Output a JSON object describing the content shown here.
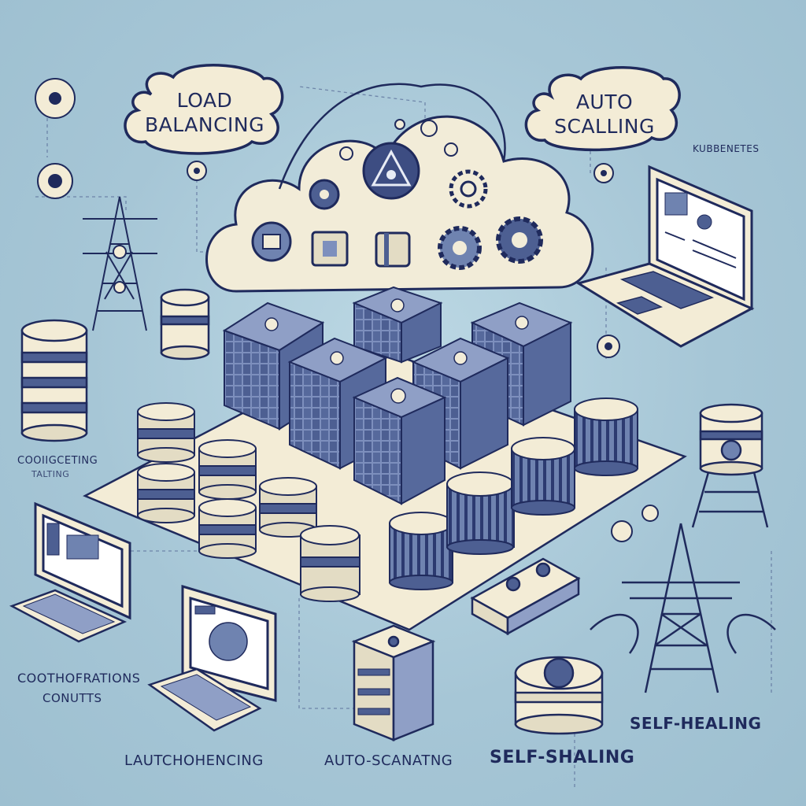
{
  "bubbles": {
    "load_balancing": [
      "LOAD",
      "BALANCING"
    ],
    "auto_scaling": [
      "AUTO",
      "SCALLING"
    ]
  },
  "labels": {
    "kubernetes": "KUBBENETES",
    "left_upper_1": "COOIIGCETING",
    "left_upper_2": "TALTING",
    "left_lower_1": "COOTHOFRATIONS",
    "left_lower_2": "CONUTTS",
    "bottom_1": "LAUTCHOHENCING",
    "bottom_2": "AUTO-SCANATNG",
    "bottom_3": "SELF-SHALING",
    "right_bottom": "SELF-HEALING"
  },
  "colors": {
    "background": "#a9c9d8",
    "ink": "#1f2a5c",
    "cream": "#f3ecd6",
    "server_blue": "#5c6f9e",
    "server_light": "#8f9fc6"
  },
  "icons": [
    "cloud",
    "kubernetes-logo",
    "gear",
    "container-cube",
    "server-rack",
    "laptop",
    "desktop-monitor",
    "keyboard",
    "transmission-tower",
    "database-cylinder",
    "network-switch"
  ]
}
